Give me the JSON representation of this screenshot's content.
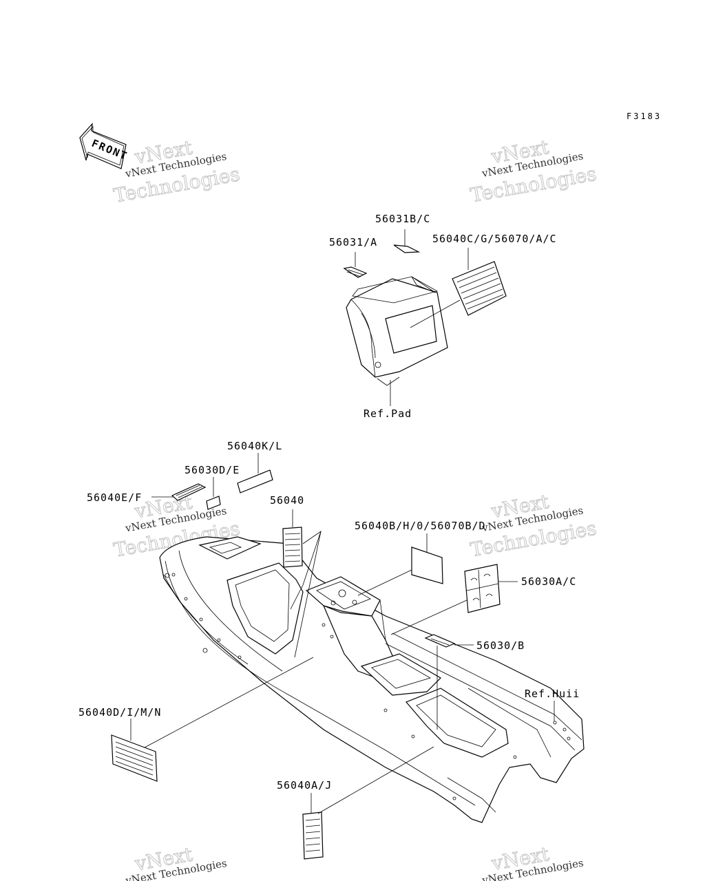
{
  "figure_code": "F3183",
  "front_label": "FRONT",
  "watermark": {
    "line1": "vNext",
    "line2": "vNext Technologies",
    "line3": "Technologies"
  },
  "labels": {
    "p56031BC": "56031B/C",
    "p56031A": "56031/A",
    "p56040CG": "56040C/G/56070/A/C",
    "refPad": "Ref.Pad",
    "p56040KL": "56040K/L",
    "p56030DE": "56030D/E",
    "p56040EF": "56040E/F",
    "p56040": "56040",
    "p56040BH": "56040B/H/0/56070B/D",
    "p56030AC": "56030A/C",
    "p56030B": "56030/B",
    "refHull": "Ref.Huii",
    "p56040DIMN": "56040D/I/M/N",
    "p56040AJ": "56040A/J"
  }
}
